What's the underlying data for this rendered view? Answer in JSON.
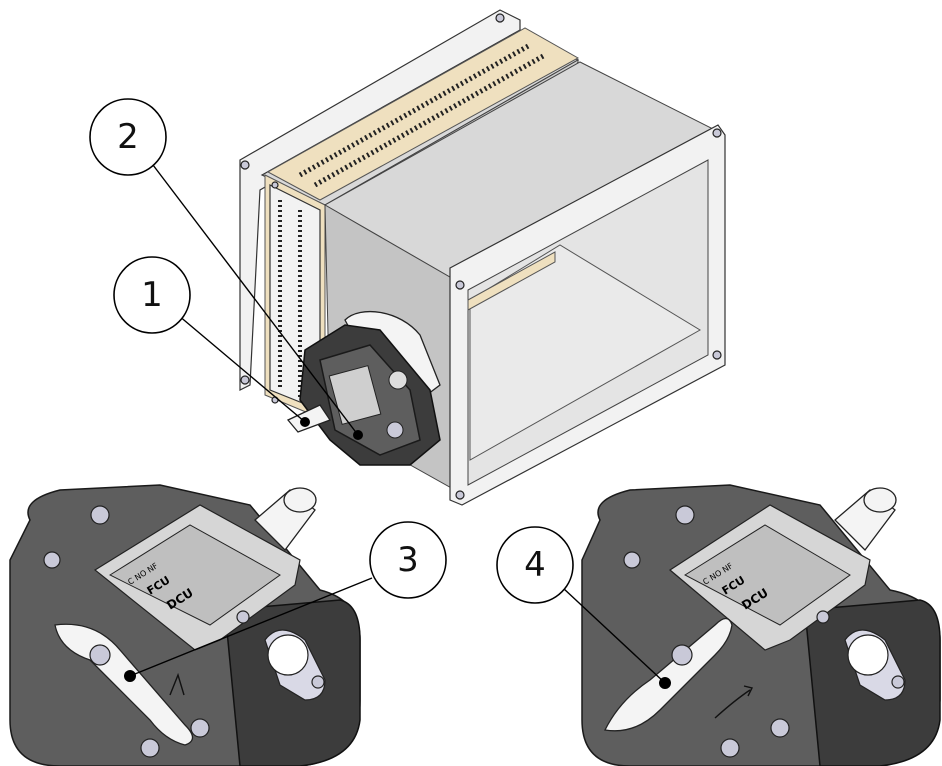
{
  "callouts": [
    {
      "id": "1",
      "label": "1"
    },
    {
      "id": "2",
      "label": "2"
    },
    {
      "id": "3",
      "label": "3"
    },
    {
      "id": "4",
      "label": "4"
    }
  ],
  "terminal_labels": {
    "left_block": "DCU",
    "left_sub": "FCU",
    "left_contacts": "C NO NF",
    "right_block": "DCU",
    "right_sub": "FCU",
    "right_contacts": "C NO NF"
  },
  "colors": {
    "actuator_body": "#5e5e5e",
    "damper_frame": "#f2f2f2",
    "gasket": "#efe0bf"
  }
}
